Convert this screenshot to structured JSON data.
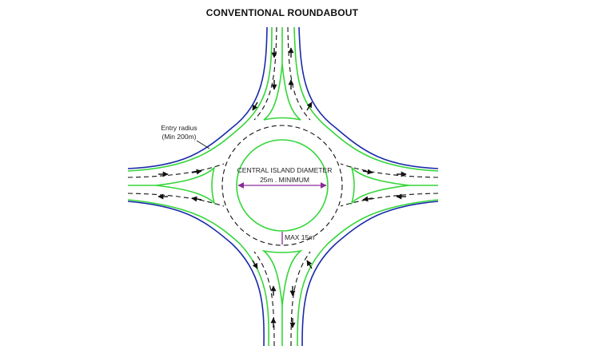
{
  "title": "CONVENTIONAL ROUNDABOUT",
  "labels": {
    "entry_radius_line1": "Entry radius",
    "entry_radius_line2": "(Min 200m)",
    "central_island_line1": "CENTRAL ISLAND DIAMETER",
    "central_island_line2": "25m . MINIMUM",
    "max_width": "MAX 15m"
  },
  "colors": {
    "outer_kerb": "#1a2aa8",
    "island_kerb": "#35d63a",
    "lane_marking": "#111111",
    "dimension": "#8a2a9a"
  },
  "icons": [
    "lane-arrow-icon"
  ]
}
